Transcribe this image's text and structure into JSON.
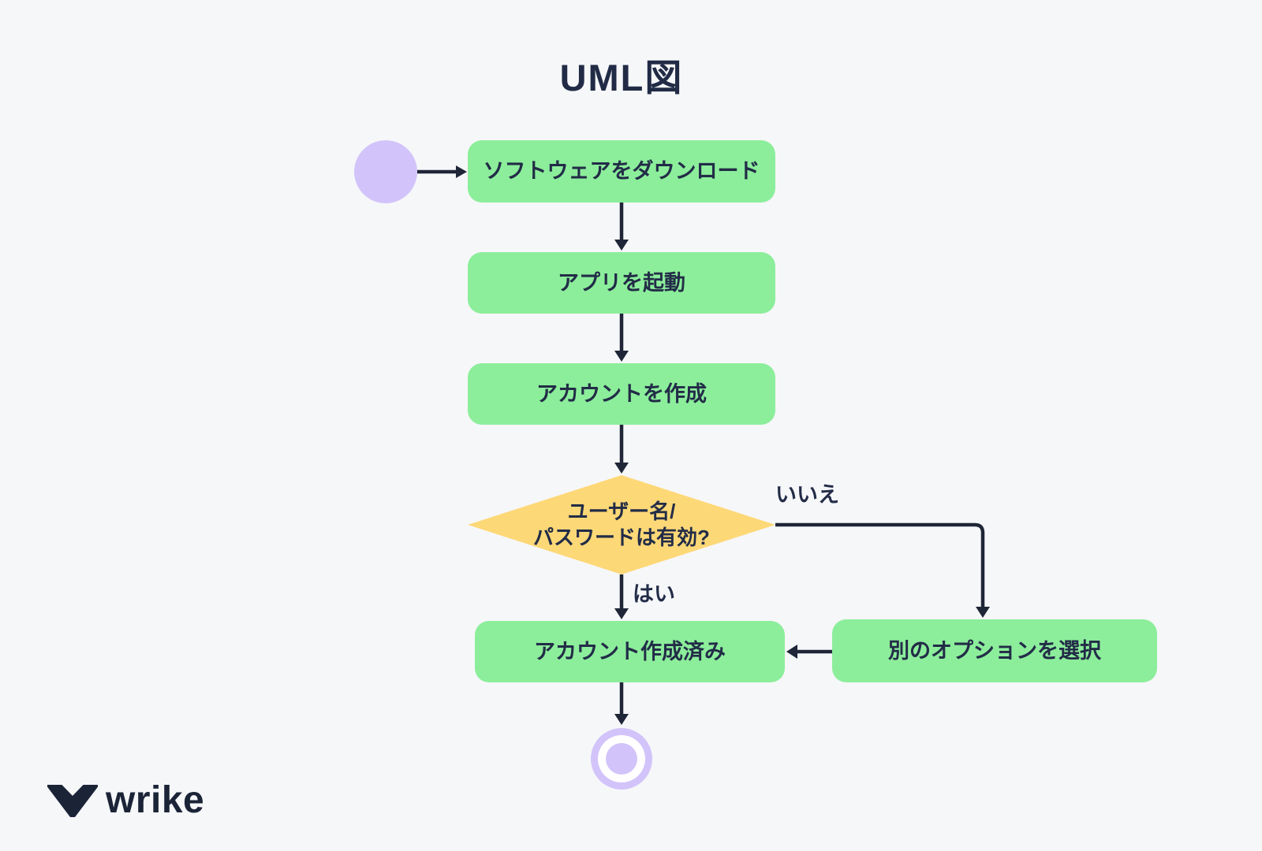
{
  "title": "UML図",
  "nodes": {
    "download": {
      "label": "ソフトウェアをダウンロード"
    },
    "launch": {
      "label": "アプリを起動"
    },
    "create_account": {
      "label": "アカウントを作成"
    },
    "decision": {
      "line1": "ユーザー名/",
      "line2": "パスワードは有効?"
    },
    "account_created": {
      "label": "アカウント作成済み"
    },
    "other_option": {
      "label": "別のオプションを選択"
    }
  },
  "labels": {
    "yes": "はい",
    "no": "いいえ"
  },
  "brand": {
    "name": "wrike"
  },
  "colors": {
    "background": "#f6f7f9",
    "node_green": "#8cee9b",
    "decision_yellow": "#fdd877",
    "start_end_purple": "#d2c4fa",
    "ink": "#222c47",
    "line": "#1e2637"
  }
}
